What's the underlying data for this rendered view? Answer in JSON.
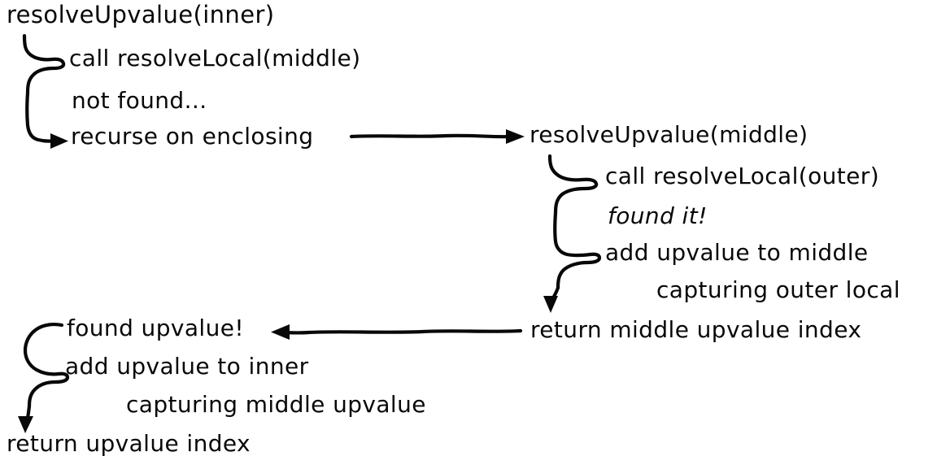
{
  "diagram": {
    "title": "resolveUpvalue recursion trace",
    "type": "hand-drawn-call-trace",
    "background_color": "#ffffff",
    "ink_color": "#080808"
  },
  "frames": [
    {
      "id": "inner",
      "header": "resolveUpvalue(inner)",
      "steps": [
        "call resolveLocal(middle)",
        "not found...",
        "recurse on enclosing"
      ]
    },
    {
      "id": "middle",
      "header": "resolveUpvalue(middle)",
      "steps": [
        "call resolveLocal(outer)",
        "found it!",
        "add upvalue to middle",
        "capturing outer local"
      ],
      "return": "return middle upvalue index"
    },
    {
      "id": "inner-resume",
      "steps": [
        "found upvalue!",
        "add upvalue to inner",
        "capturing middle upvalue"
      ],
      "return": "return upvalue index"
    }
  ],
  "lines": {
    "l1": "resolveUpvalue(inner)",
    "l2": "call resolveLocal(middle)",
    "l3": "not found...",
    "l4": "recurse on enclosing",
    "l5": "resolveUpvalue(middle)",
    "l6": "call resolveLocal(outer)",
    "l7": "found it!",
    "l8": "add upvalue to middle",
    "l9": "capturing outer local",
    "l10": "return middle upvalue index",
    "l11": "found upvalue!",
    "l12": "add upvalue to inner",
    "l13": "capturing middle upvalue",
    "l14": "return upvalue index"
  },
  "connectors": [
    {
      "name": "inner-brace",
      "kind": "brace-down-arrow",
      "from": "call resolveLocal(middle)",
      "to": "recurse on enclosing"
    },
    {
      "name": "recurse-call-arrow",
      "kind": "arrow-right",
      "from": "recurse on enclosing",
      "to": "resolveUpvalue(middle)"
    },
    {
      "name": "middle-brace",
      "kind": "brace-down-arrow",
      "from": "call resolveLocal(outer)",
      "to": "return middle upvalue index"
    },
    {
      "name": "return-arrow",
      "kind": "arrow-left",
      "from": "return middle upvalue index",
      "to": "found upvalue!"
    },
    {
      "name": "inner-resume-brace",
      "kind": "brace-down-arrow",
      "from": "found upvalue!",
      "to": "return upvalue index"
    }
  ]
}
